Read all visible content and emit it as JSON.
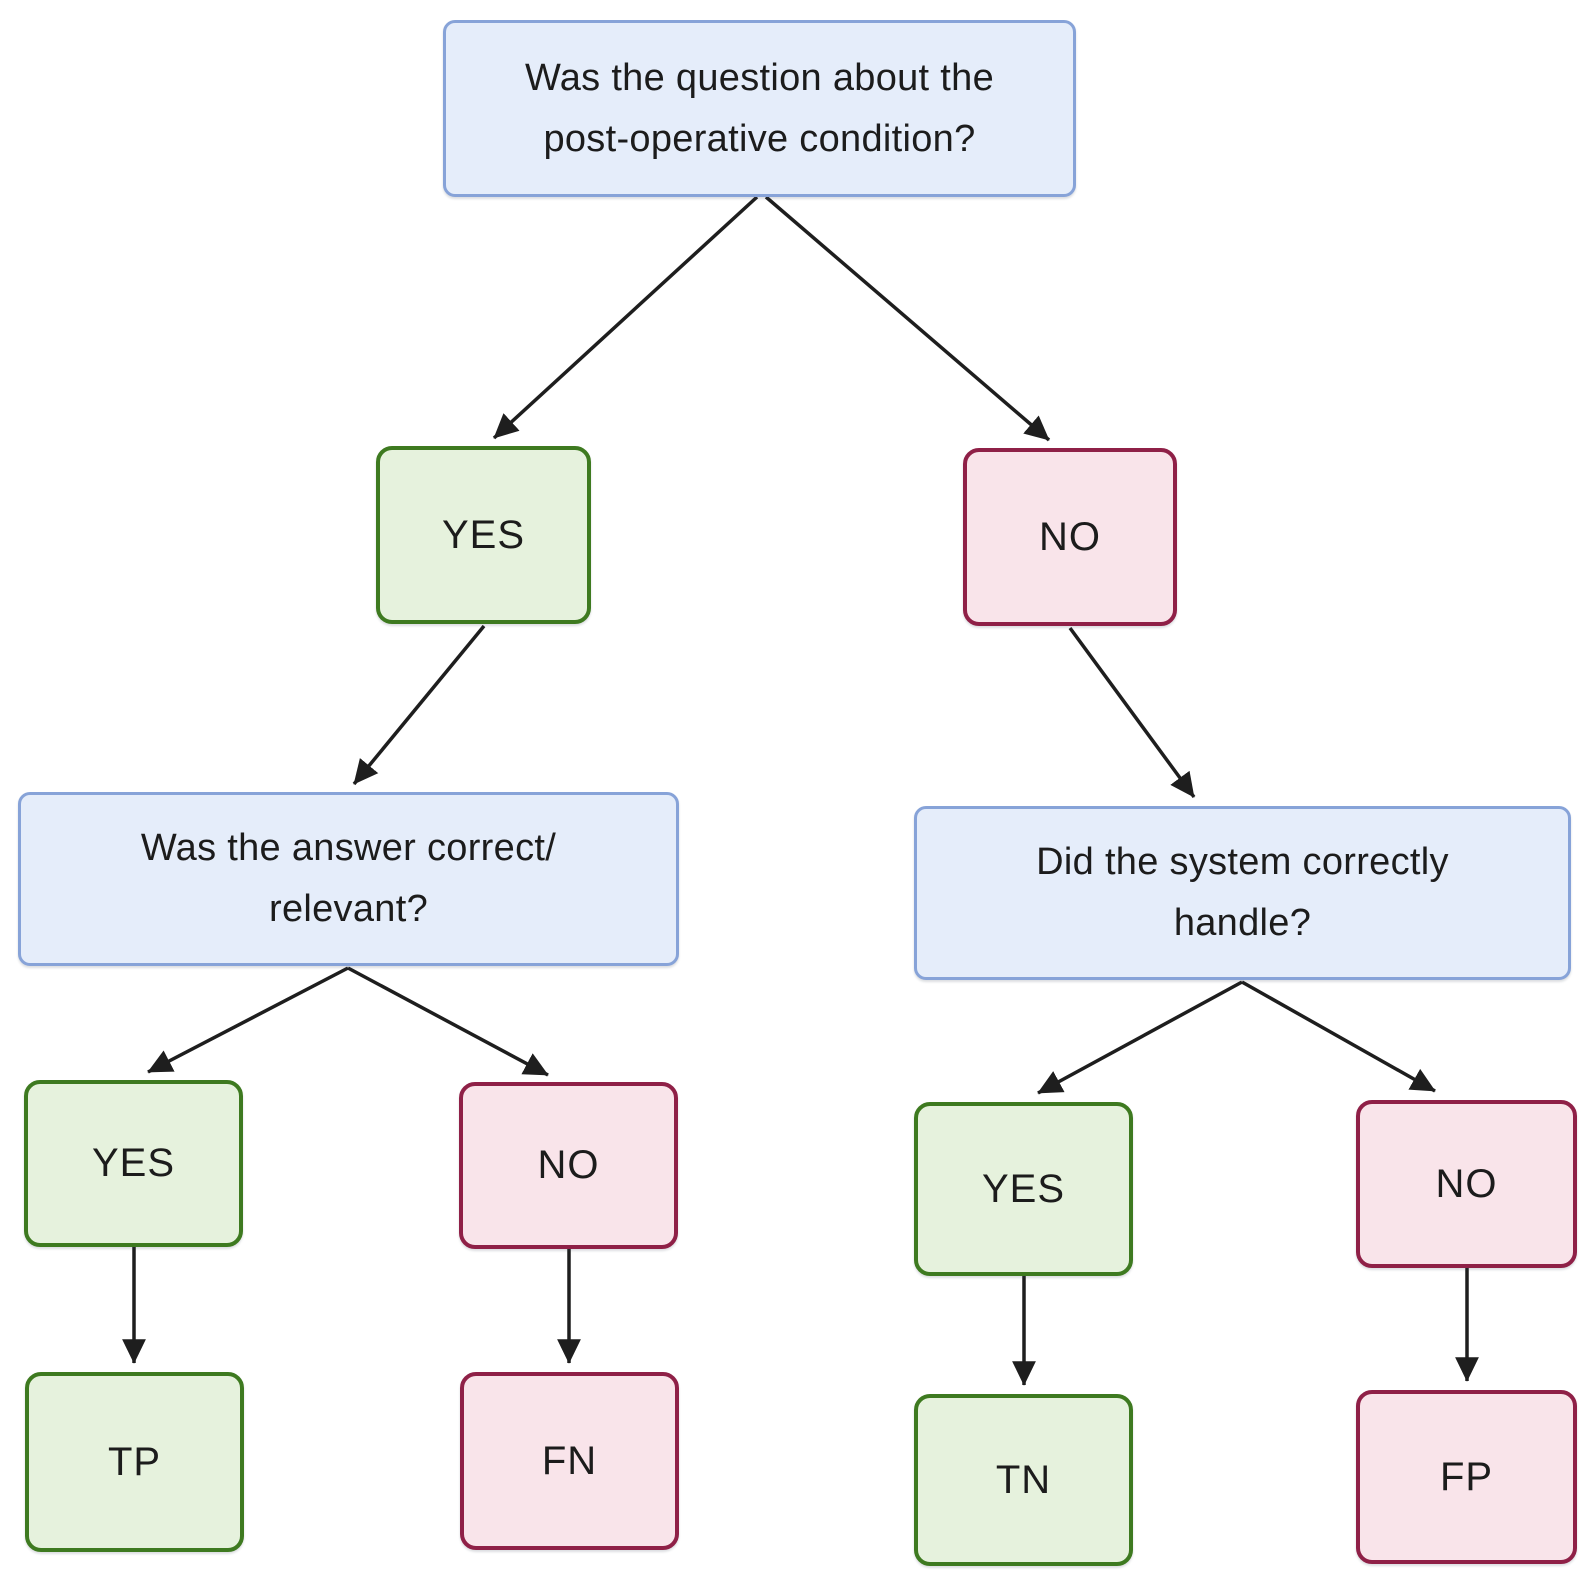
{
  "nodes": {
    "root_question": {
      "line1": "Was the question about the",
      "line2": "post-operative condition?"
    },
    "root_yes": {
      "label": "YES"
    },
    "root_no": {
      "label": "NO"
    },
    "left_question": {
      "line1": "Was the answer correct/",
      "line2": "relevant?"
    },
    "right_question": {
      "line1": "Did the system correctly",
      "line2": "handle?"
    },
    "left_yes": {
      "label": "YES"
    },
    "left_no": {
      "label": "NO"
    },
    "right_yes": {
      "label": "YES"
    },
    "right_no": {
      "label": "NO"
    },
    "outcome_tp": {
      "label": "TP"
    },
    "outcome_fn": {
      "label": "FN"
    },
    "outcome_tn": {
      "label": "TN"
    },
    "outcome_fp": {
      "label": "FP"
    }
  },
  "edges": [
    {
      "from": "root_question",
      "to": "root_yes"
    },
    {
      "from": "root_question",
      "to": "root_no"
    },
    {
      "from": "root_yes",
      "to": "left_question"
    },
    {
      "from": "root_no",
      "to": "right_question"
    },
    {
      "from": "left_question",
      "to": "left_yes"
    },
    {
      "from": "left_question",
      "to": "left_no"
    },
    {
      "from": "right_question",
      "to": "right_yes"
    },
    {
      "from": "right_question",
      "to": "right_no"
    },
    {
      "from": "left_yes",
      "to": "outcome_tp"
    },
    {
      "from": "left_no",
      "to": "outcome_fn"
    },
    {
      "from": "right_yes",
      "to": "outcome_tn"
    },
    {
      "from": "right_no",
      "to": "outcome_fp"
    }
  ],
  "colors": {
    "question-fill": "#e5edfa",
    "question-border": "#87a3d8",
    "yes-fill": "#e6f2dd",
    "yes-border": "#3e7a20",
    "no-fill": "#f9e4ea",
    "no-border": "#8f2047",
    "arrow": "#1e1e1e",
    "text": "#1c1c1c"
  }
}
